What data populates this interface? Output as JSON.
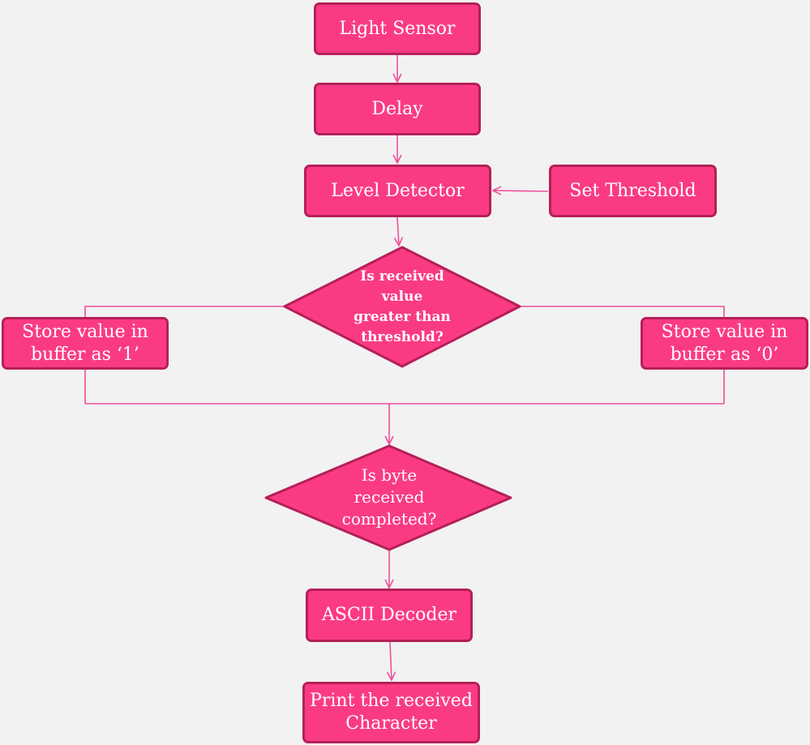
{
  "colors": {
    "fill": "#fa3b84",
    "stroke": "#b51f58",
    "connector": "#f0509a",
    "background": "#f2f2f2",
    "text": "#ffffff"
  },
  "nodes": {
    "light_sensor": "Light Sensor",
    "delay": "Delay",
    "level_detector": "Level Detector",
    "set_threshold": "Set Threshold",
    "threshold_decision": "Is received\nvalue\ngreater than\nthreshold?",
    "store_one": "Store value in\nbuffer as ‘1’",
    "store_zero": "Store value in\nbuffer as ‘0’",
    "byte_decision": "Is byte\nreceived\ncompleted?",
    "ascii_decoder": "ASCII Decoder",
    "print_character": "Print the received\nCharacter"
  }
}
